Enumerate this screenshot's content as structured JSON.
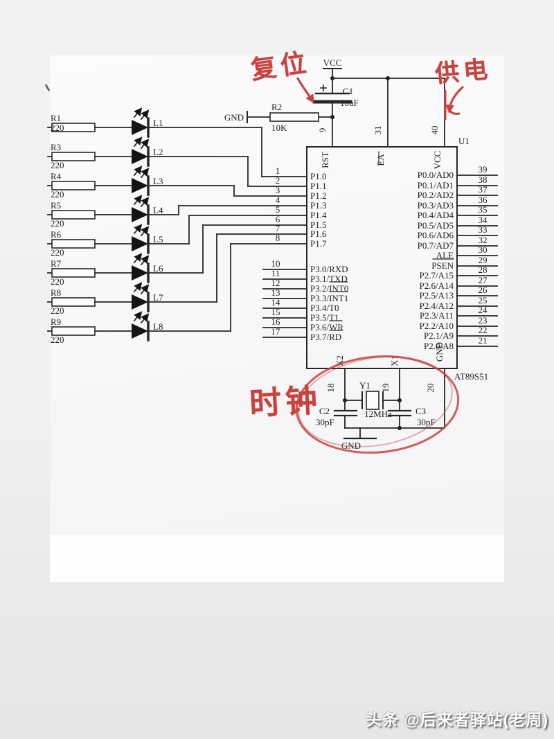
{
  "annotations": {
    "reset": "复位",
    "power": "供电",
    "clock": "时钟",
    "ink_color": "#c8433e"
  },
  "watermark": "头条 @后来者驿站(老周)",
  "nets": {
    "vcc": "VCC"
  },
  "reset_circuit": {
    "cap_ref": "C1",
    "cap_val": "10uF",
    "res_ref": "R2",
    "res_val": "10K",
    "gnd": "GND"
  },
  "clock_circuit": {
    "crystal_ref": "Y1",
    "freq": "12MHz",
    "cap_left_ref": "C2",
    "cap_left_val": "30pF",
    "cap_right_ref": "C3",
    "cap_right_val": "30pF",
    "gnd": "GND"
  },
  "chip": {
    "ref": "U1",
    "part": "AT89S51",
    "top_pins": [
      {
        "num": "9",
        "label": "RST"
      },
      {
        "num": "31",
        "label": "EA"
      },
      {
        "num": "40",
        "label": "VCC"
      }
    ],
    "p1_pins": [
      {
        "num": "1",
        "label": "P1.0"
      },
      {
        "num": "2",
        "label": "P1.1"
      },
      {
        "num": "3",
        "label": "P1.2"
      },
      {
        "num": "4",
        "label": "P1.3"
      },
      {
        "num": "5",
        "label": "P1.4"
      },
      {
        "num": "6",
        "label": "P1.5"
      },
      {
        "num": "7",
        "label": "P1.6"
      },
      {
        "num": "8",
        "label": "P1.7"
      }
    ],
    "p3_pins": [
      {
        "num": "10",
        "pre": "P3.0/RXD",
        "ol": ""
      },
      {
        "num": "11",
        "pre": "P3.1/TXD",
        "ol": ""
      },
      {
        "num": "12",
        "pre": "P3.2/",
        "ol": "INT0"
      },
      {
        "num": "13",
        "pre": "P3.3/",
        "ol": "INT1"
      },
      {
        "num": "14",
        "pre": "P3.4/T0",
        "ol": ""
      },
      {
        "num": "15",
        "pre": "P3.5/T1",
        "ol": ""
      },
      {
        "num": "16",
        "pre": "P3.6/",
        "ol": "WR"
      },
      {
        "num": "17",
        "pre": "P3.7/",
        "ol": "RD"
      }
    ],
    "right_pins": [
      {
        "num": "39",
        "label": "P0.0/AD0"
      },
      {
        "num": "38",
        "label": "P0.1/AD1"
      },
      {
        "num": "37",
        "label": "P0.2/AD2"
      },
      {
        "num": "36",
        "label": "P0.3/AD3"
      },
      {
        "num": "35",
        "label": "P0.4/AD4"
      },
      {
        "num": "34",
        "label": "P0.5/AD5"
      },
      {
        "num": "33",
        "label": "P0.6/AD6"
      },
      {
        "num": "32",
        "label": "P0.7/AD7"
      },
      {
        "num": "30",
        "label": "ALE"
      },
      {
        "num": "29",
        "label": "PSEN"
      },
      {
        "num": "28",
        "label": "P2.7/A15"
      },
      {
        "num": "27",
        "label": "P2.6/A14"
      },
      {
        "num": "26",
        "label": "P2.5/A13"
      },
      {
        "num": "25",
        "label": "P2.4/A12"
      },
      {
        "num": "24",
        "label": "P2.3/A11"
      },
      {
        "num": "23",
        "label": "P2.2/A10"
      },
      {
        "num": "22",
        "label": "P2.1/A9"
      },
      {
        "num": "21",
        "label": "P2.0/A8"
      }
    ],
    "bottom_pins": [
      {
        "num": "18",
        "label": "X2"
      },
      {
        "num": "19",
        "label": "X1"
      },
      {
        "num": "20",
        "label": "GND"
      }
    ]
  },
  "led_array": [
    {
      "res": "R1",
      "val": "220",
      "led": "L1"
    },
    {
      "res": "R3",
      "val": "220",
      "led": "L2"
    },
    {
      "res": "R4",
      "val": "220",
      "led": "L3"
    },
    {
      "res": "R5",
      "val": "220",
      "led": "L4"
    },
    {
      "res": "R6",
      "val": "220",
      "led": "L5"
    },
    {
      "res": "R7",
      "val": "220",
      "led": "L6"
    },
    {
      "res": "R8",
      "val": "220",
      "led": "L7"
    },
    {
      "res": "R9",
      "val": "220",
      "led": "L8"
    }
  ]
}
